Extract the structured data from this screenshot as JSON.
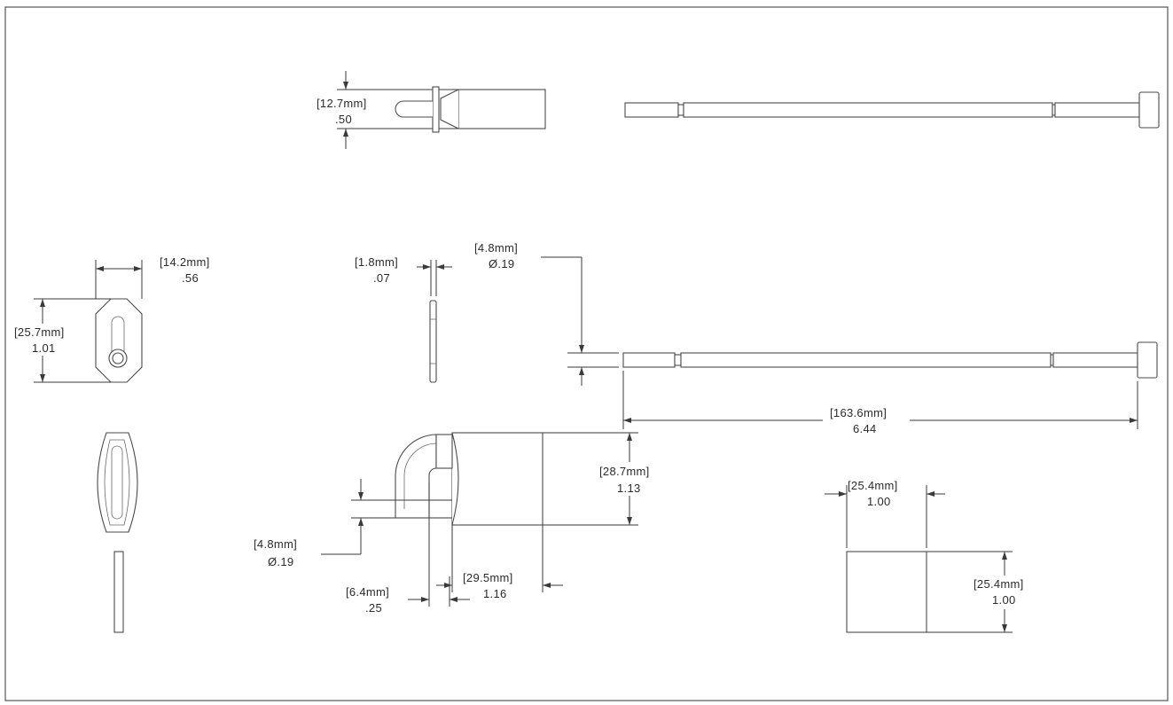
{
  "dims": {
    "d1": {
      "metric": "[12.7mm]",
      "imperial": ".50"
    },
    "d2": {
      "metric": "[14.2mm]",
      "imperial": ".56"
    },
    "d3": {
      "metric": "[25.7mm]",
      "imperial": "1.01"
    },
    "d4": {
      "metric": "[1.8mm]",
      "imperial": ".07"
    },
    "d5": {
      "metric": "[4.8mm]",
      "imperial": "Ø.19"
    },
    "d6": {
      "metric": "[163.6mm]",
      "imperial": "6.44"
    },
    "d7": {
      "metric": "[28.7mm]",
      "imperial": "1.13"
    },
    "d8": {
      "metric": "[4.8mm]",
      "imperial": "Ø.19"
    },
    "d9": {
      "metric": "[29.5mm]",
      "imperial": "1.16"
    },
    "d10": {
      "metric": "[6.4mm]",
      "imperial": ".25"
    },
    "d11": {
      "metric": "[25.4mm]",
      "imperial": "1.00"
    },
    "d12": {
      "metric": "[25.4mm]",
      "imperial": "1.00"
    }
  },
  "colors": {
    "line": "#3a3a3a",
    "border": "#555555"
  }
}
